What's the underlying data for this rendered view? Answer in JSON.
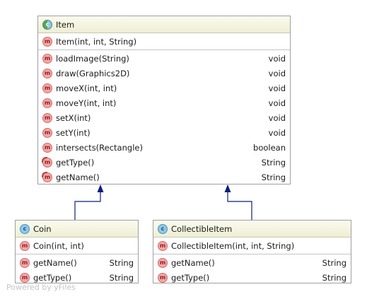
{
  "classes": {
    "item": {
      "name": "Item",
      "icon": "class-icon",
      "constructors": [
        {
          "name": "Item(int, int, String)",
          "type": ""
        }
      ],
      "methods": [
        {
          "name": "loadImage(String)",
          "type": "void"
        },
        {
          "name": "draw(Graphics2D)",
          "type": "void"
        },
        {
          "name": "moveX(int, int)",
          "type": "void"
        },
        {
          "name": "moveY(int, int)",
          "type": "void"
        },
        {
          "name": "setX(int)",
          "type": "void"
        },
        {
          "name": "setY(int)",
          "type": "void"
        },
        {
          "name": "intersects(Rectangle)",
          "type": "boolean"
        },
        {
          "name": "getType()",
          "type": "String"
        },
        {
          "name": "getName()",
          "type": "String"
        }
      ]
    },
    "coin": {
      "name": "Coin",
      "icon": "class-icon",
      "constructors": [
        {
          "name": "Coin(int, int)",
          "type": ""
        }
      ],
      "methods": [
        {
          "name": "getName()",
          "type": "String"
        },
        {
          "name": "getType()",
          "type": "String"
        }
      ]
    },
    "collectible": {
      "name": "CollectibleItem",
      "icon": "class-icon",
      "constructors": [
        {
          "name": "CollectibleItem(int, int, String)",
          "type": ""
        }
      ],
      "methods": [
        {
          "name": "getName()",
          "type": "String"
        },
        {
          "name": "getType()",
          "type": "String"
        }
      ]
    }
  },
  "member_icon": "method-icon",
  "member_icon_letter": "m",
  "class_icon_letter": "c",
  "colors": {
    "arrow": "#0b1e7a",
    "method_icon": "#f4a6a6",
    "class_icon": "#8ec8e8",
    "header_bg": "#f5f5e0"
  },
  "watermark": "Powered by yFiles"
}
